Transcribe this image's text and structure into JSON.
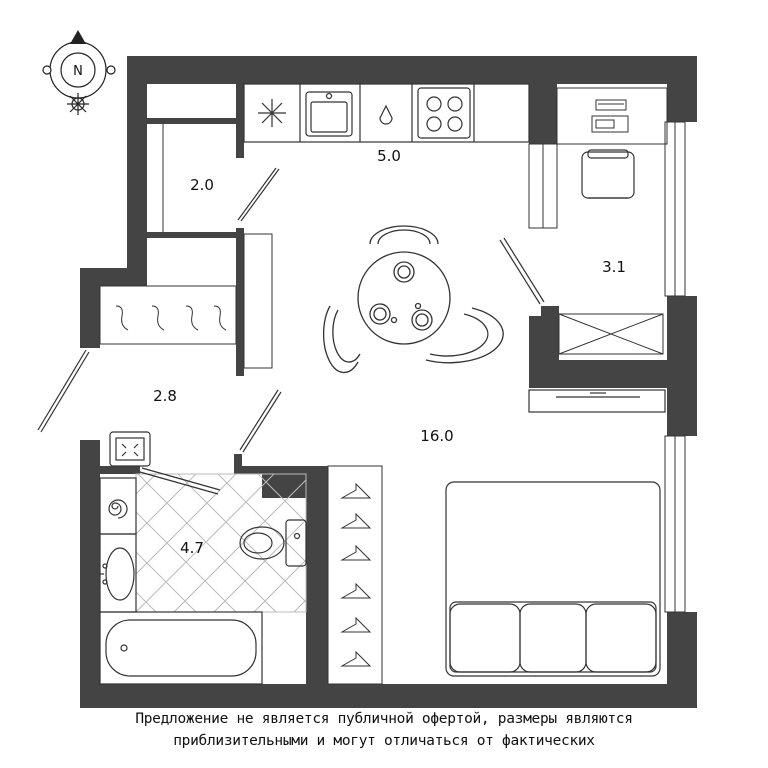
{
  "compass": {
    "north_label": "N"
  },
  "rooms": {
    "kitchen_area": "5.0",
    "storage": "2.0",
    "balcony": "3.1",
    "hallway": "2.8",
    "living_room": "16.0",
    "bathroom": "4.7"
  },
  "disclaimer": {
    "line1": "Предложение не является публичной офертой, размеры являются",
    "line2": "приблизительными и могут отличаться от фактических"
  },
  "colors": {
    "wall": "#444444",
    "line": "#333333",
    "background": "#ffffff"
  }
}
